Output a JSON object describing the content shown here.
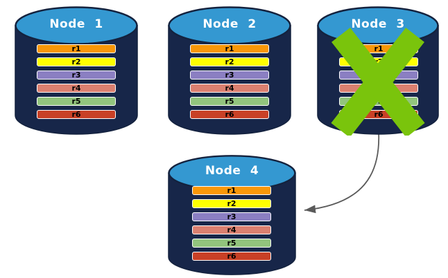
{
  "colors": {
    "background": "#FFFFFF",
    "cylinder_body": "#172649",
    "cylinder_top": "#3498D1",
    "cylinder_outline": "#14223E",
    "node_label": "#FFFFFF",
    "row_border": "#FFFFFF",
    "row_text": "#000000",
    "x_mark": "#7AC40C",
    "arrow": "#5A5A5A"
  },
  "records": [
    {
      "label": "r1",
      "color": "#F99708"
    },
    {
      "label": "r2",
      "color": "#FFFF00"
    },
    {
      "label": "r3",
      "color": "#8B7FC2"
    },
    {
      "label": "r4",
      "color": "#DB8070"
    },
    {
      "label": "r5",
      "color": "#92C47D"
    },
    {
      "label": "r6",
      "color": "#C84026"
    }
  ],
  "nodes": [
    {
      "id": "node-1",
      "label": "Node 1",
      "failed": false
    },
    {
      "id": "node-2",
      "label": "Node 2",
      "failed": false
    },
    {
      "id": "node-3",
      "label": "Node 3",
      "failed": true
    },
    {
      "id": "node-4",
      "label": "Node 4",
      "failed": false
    }
  ],
  "annotations": {
    "x_mark_on": "Node 3",
    "arrow": {
      "from": "Node 3",
      "to": "Node 4"
    }
  }
}
